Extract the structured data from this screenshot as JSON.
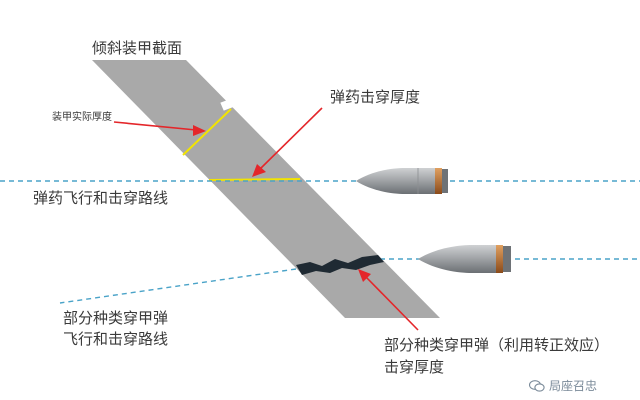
{
  "labels": {
    "armor_section": "倾斜装甲截面",
    "actual_thickness": "装甲实际厚度",
    "penetration_thickness": "弹药击穿厚度",
    "flight_path": "弹药飞行和击穿路线",
    "partial_path_line1": "部分种类穿甲弹",
    "partial_path_line2": "飞行和击穿路线",
    "normalize_line1": "部分种类穿甲弹（利用转正效应）",
    "normalize_line2": "击穿厚度"
  },
  "watermark": {
    "text": "局座召忠",
    "icon": "wechat-icon"
  },
  "colors": {
    "armor": "#a9a9a9",
    "path_line": "#4aa3c8",
    "measure_line": "#f2e400",
    "arrow": "#e4262a",
    "shell_body": "#a3a6a9",
    "driving_band": "#c0742e",
    "penetration_channel": "#1f2a33",
    "text": "#3a3a3a"
  }
}
